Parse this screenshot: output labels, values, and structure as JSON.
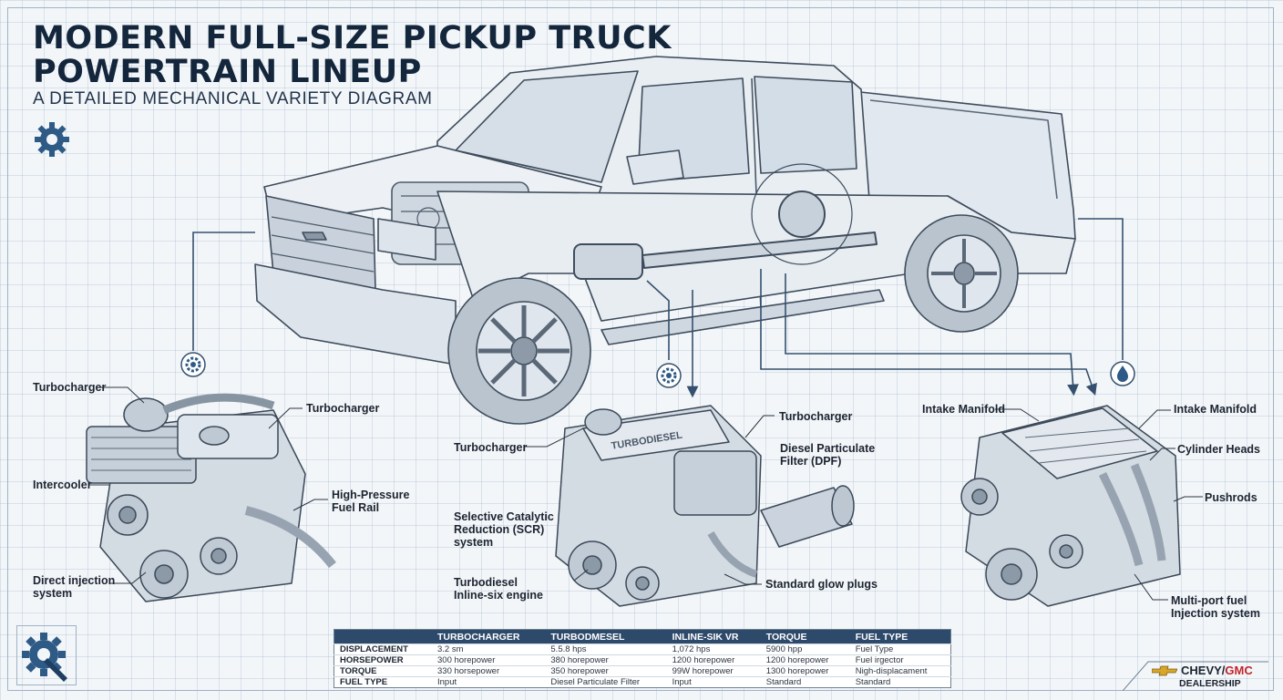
{
  "header": {
    "title_line1": "MODERN FULL-SIZE PICKUP TRUCK",
    "title_line2": "POWERTRAIN LINEUP",
    "subtitle": "A DETAILED MECHANICAL VARIETY DIAGRAM"
  },
  "icons": {
    "header": "gear-icon",
    "callout_left": "gear-icon",
    "callout_center": "gear-icon",
    "callout_right": "drop-icon",
    "footer": "wrench-gear-icon"
  },
  "engines": {
    "left": {
      "turbocharger_a": "Turbocharger",
      "turbocharger_b": "Turbocharger",
      "intercooler": "Intercooler",
      "fuel_rail": "High-Pressure\nFuel Rail",
      "direct_injection": "Direct injection\nsystem"
    },
    "center": {
      "engine_badge": "TURBODIESEL",
      "turbocharger_a": "Turbocharger",
      "turbocharger_b": "Turbocharger",
      "dpf": "Diesel Particulate\nFilter (DPF)",
      "scr": "Selective Catalytic\nReduction (SCR)\nsystem",
      "turbodiesel": "Turbodiesel\nInline-six engine",
      "glow_plugs": "Standard glow plugs"
    },
    "right": {
      "intake_manifold_a": "Intake Manifold",
      "intake_manifold_b": "Intake Manifold",
      "cylinder_heads": "Cylinder Heads",
      "pushrods": "Pushrods",
      "multiport": "Multi-port fuel\nInjection system"
    }
  },
  "spec_table": {
    "headers": [
      "",
      "TURBOCHARGER",
      "TURBODMESEL",
      "INLINE-SIK VR",
      "TORQUE",
      "FUEL TYPE"
    ],
    "rows": [
      [
        "DISPLACEMENT",
        "3.2 sm",
        "5.5.8 hps",
        "1,072 hps",
        "5900 hpp",
        "Fuel Type"
      ],
      [
        "HORSEPOWER",
        "300 horepower",
        "380 horepower",
        "1200 horepower",
        "1200 horepower",
        "Fuel irgector"
      ],
      [
        "TORQUE",
        "330 horsepower",
        "350 horepower",
        "99W horepower",
        "1300 horepower",
        "Nigh-displacament"
      ],
      [
        "FUEL TYPE",
        "Input",
        "Diesel Particulate Filter",
        "Input",
        "Standard",
        "Standard"
      ]
    ]
  },
  "dealer": {
    "brand_chevy": "CHEVY/",
    "brand_gmc": "GMC",
    "label": "DEALERSHIP"
  },
  "colors": {
    "title": "#13263c",
    "accent": "#2e4a6b",
    "callout_line": "#34506e",
    "gmc_red": "#c0262c",
    "chevy_gold": "#d9a62a"
  }
}
